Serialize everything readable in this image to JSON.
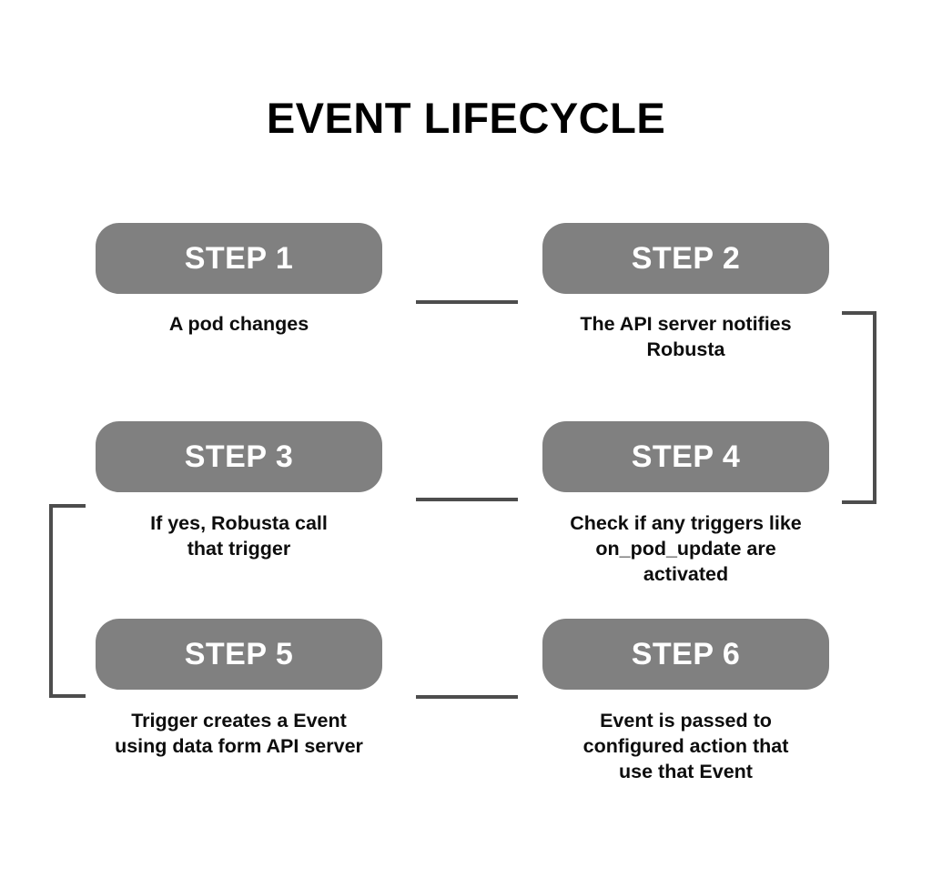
{
  "diagram": {
    "title": "EVENT LIFECYCLE",
    "background_color": "#ffffff",
    "box_color": "#808080",
    "box_text_color": "#ffffff",
    "caption_text_color": "#0d0d0d",
    "connector_color": "#4d4d4d",
    "steps": [
      {
        "label": "STEP 1",
        "caption": "A pod changes",
        "column": "left",
        "row": 1
      },
      {
        "label": "STEP 2",
        "caption": "The API server notifies\nRobusta",
        "column": "right",
        "row": 1
      },
      {
        "label": "STEP 3",
        "caption": "If yes, Robusta call\nthat trigger",
        "column": "left",
        "row": 2
      },
      {
        "label": "STEP 4",
        "caption": "Check if any triggers like\non_pod_update are\nactivated",
        "column": "right",
        "row": 2
      },
      {
        "label": "STEP 5",
        "caption": "Trigger creates a Event\nusing data form API server",
        "column": "left",
        "row": 3
      },
      {
        "label": "STEP 6",
        "caption": "Event is passed to\nconfigured action that\nuse that Event",
        "column": "right",
        "row": 3
      }
    ],
    "connectors": [
      {
        "name": "step1-to-step2",
        "type": "horizontal-line",
        "row": 1
      },
      {
        "name": "step3-to-step4",
        "type": "horizontal-line",
        "row": 2
      },
      {
        "name": "step5-to-step6",
        "type": "horizontal-line",
        "row": 3
      },
      {
        "name": "step2-to-step4",
        "type": "right-bracket"
      },
      {
        "name": "step4-to-step5",
        "type": "left-bracket"
      }
    ]
  }
}
